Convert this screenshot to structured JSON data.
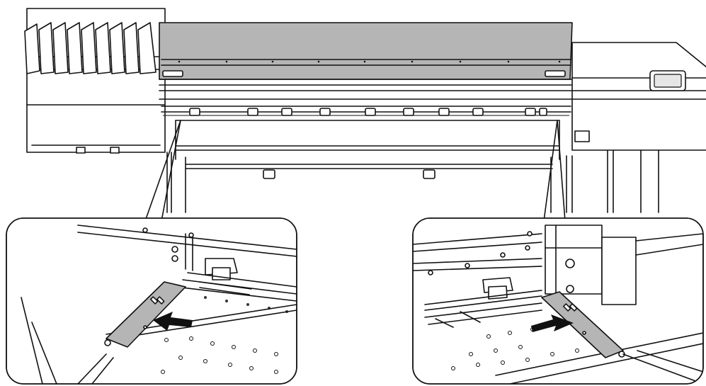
{
  "figure": {
    "background": "#ffffff",
    "line_color": "#111111",
    "cover_fill": "#b5b5b5",
    "plate_fill": "#b5b5b5",
    "icons": [
      "printer-illustration",
      "left-media-clamp-detail",
      "right-media-clamp-detail",
      "push-arrow-icon"
    ]
  }
}
